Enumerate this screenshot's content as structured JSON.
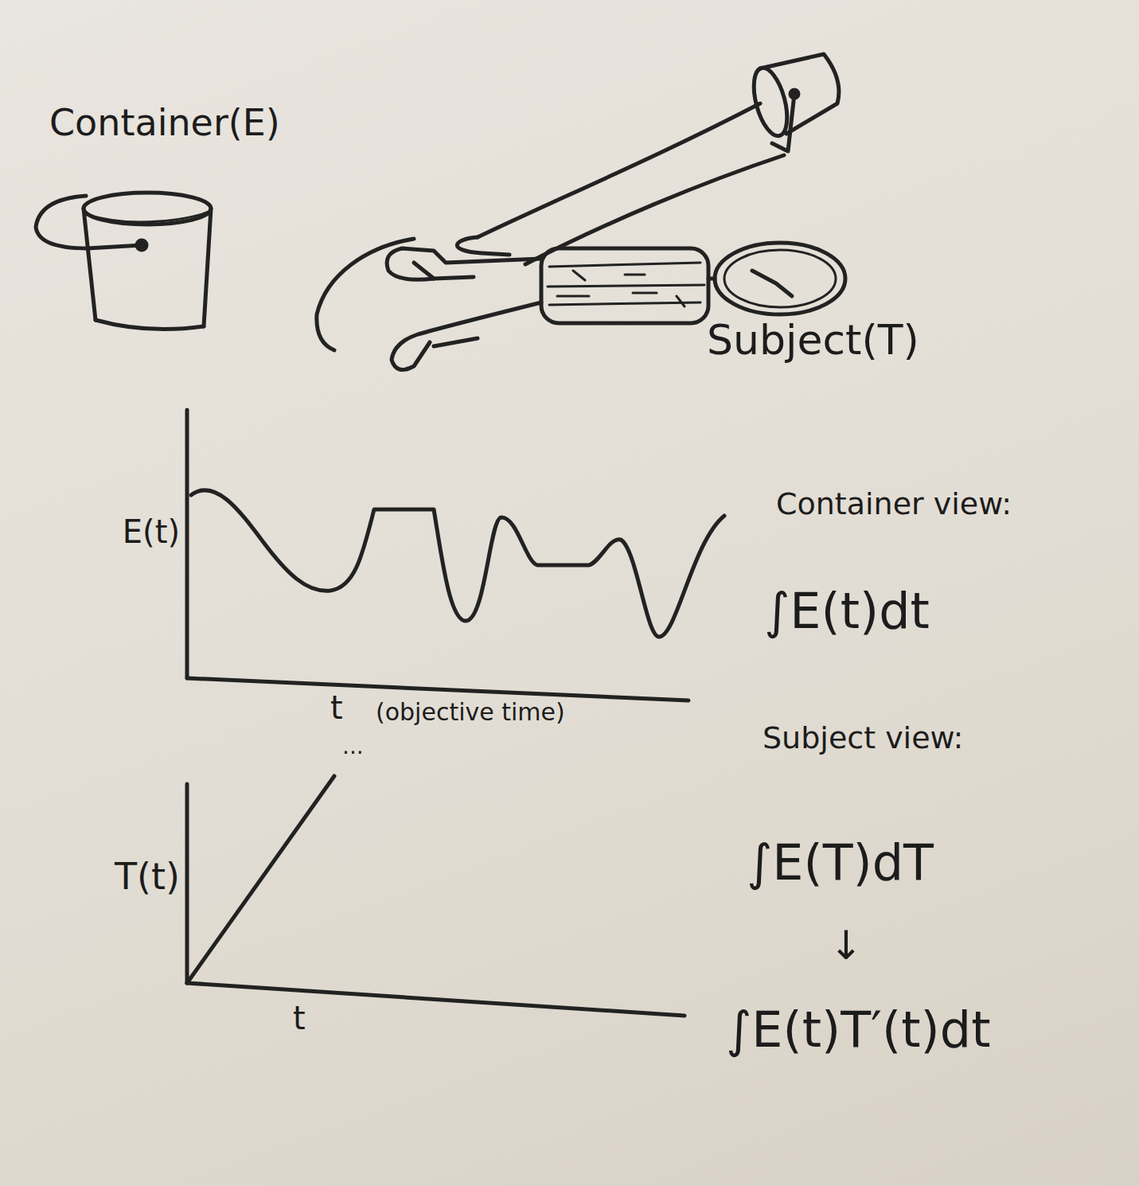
{
  "diagram": {
    "labels": [
      "Container(E)",
      "Subject(T)",
      "E(t)",
      "t",
      "(objective time)",
      "Container view:",
      "∫E(t)dt",
      "Subject view:",
      "...",
      "T(t)",
      "t",
      "∫E(T)dT",
      "↓",
      "∫E(t)T′(t)dt"
    ]
  }
}
